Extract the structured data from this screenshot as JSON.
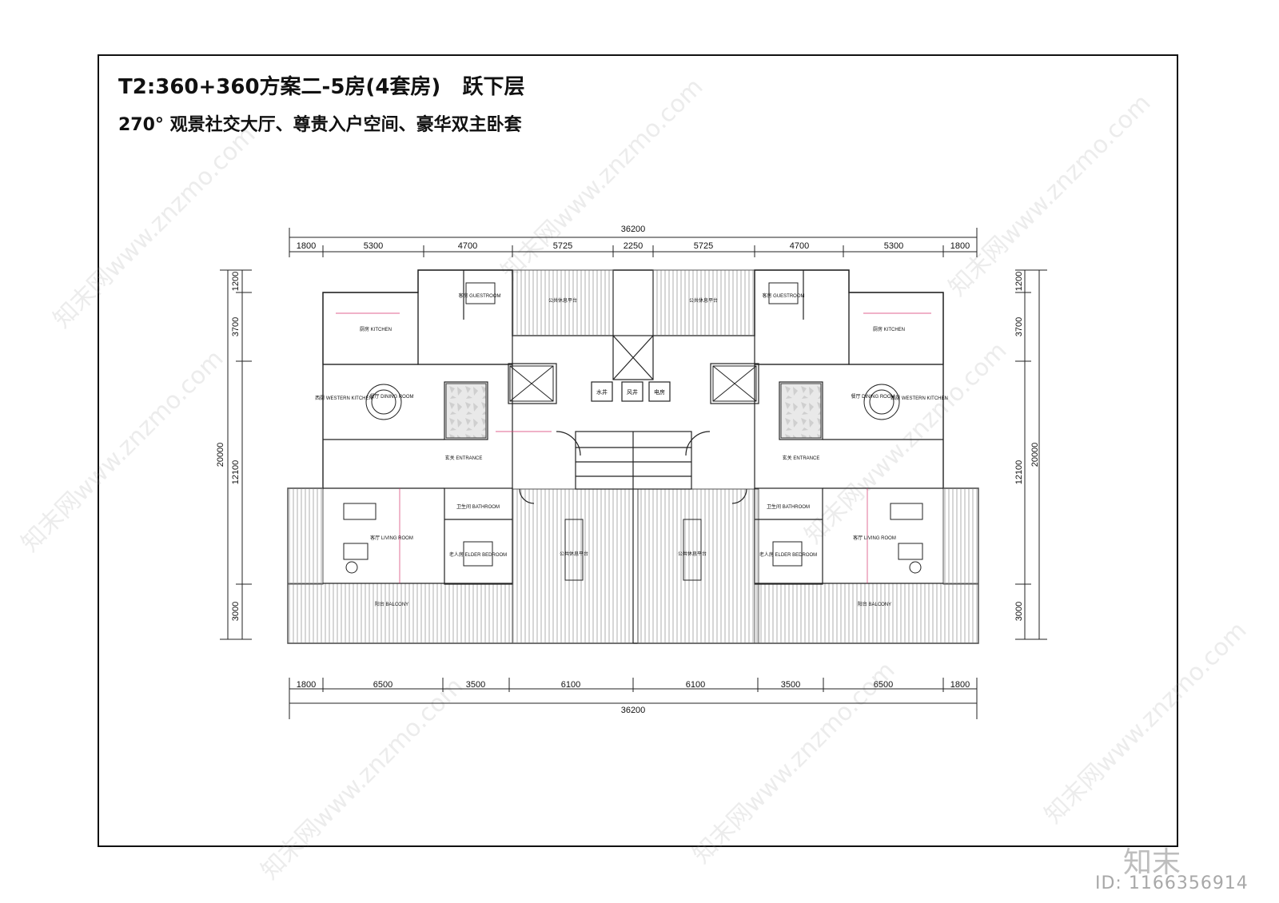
{
  "title": {
    "line1_main": "T2:360+360方案二-5房(4套房)",
    "line1_level": "跃下层",
    "line2": "270° 观景社交大厅、尊贵入户空间、豪华双主卧套"
  },
  "dimensions": {
    "top_total": "36200",
    "top_segments": [
      "1800",
      "5300",
      "4700",
      "5725",
      "2250",
      "5725",
      "4700",
      "5300",
      "1800"
    ],
    "bottom_total": "36200",
    "bottom_segments": [
      "1800",
      "6500",
      "3500",
      "6100",
      "6100",
      "3500",
      "6500",
      "1800"
    ],
    "left_total": "20000",
    "left_segments": [
      "1200",
      "3700",
      "12100",
      "3000"
    ],
    "right_total": "20000",
    "right_segments": [
      "1200",
      "3700",
      "12100",
      "3000"
    ]
  },
  "rooms": {
    "guestroom": "客房 GUESTROOM",
    "kitchen": "厨房 KITCHEN",
    "western_kitchen": "西厨 WESTERN KITCHEN",
    "dining_room": "餐厅 DINING ROOM",
    "living_room": "客厅 LIVING ROOM",
    "entrance": "玄关 ENTRANCE",
    "bathroom": "卫生间 BATHROOM",
    "elder_bedroom": "老人房 ELDER BEDROOM",
    "balcony": "阳台 BALCONY",
    "water_well": "水井",
    "wind_well": "风井",
    "elec_room": "电房",
    "shared_terrace": "公共休息平台"
  },
  "footer": {
    "brand": "知末",
    "id": "ID: 1166356914",
    "watermark": "知末网www.znzmo.com"
  },
  "colors": {
    "line": "#222222",
    "dim_red": "#d6336c",
    "hatch": "#999999"
  }
}
